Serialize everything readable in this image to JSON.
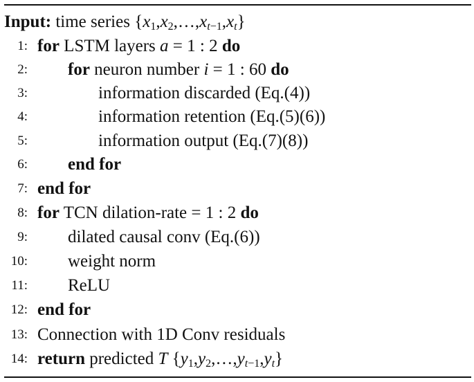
{
  "algorithm": {
    "input": {
      "label": "Input:",
      "text": "time series"
    },
    "lines": [
      {
        "num": "1:",
        "kw": "for",
        "text": "LSTM layers",
        "var": "a",
        "rest": "= 1 : 2",
        "kw2": "do"
      },
      {
        "num": "2:",
        "kw": "for",
        "text": "neuron number",
        "var": "i",
        "rest": "= 1 : 60",
        "kw2": "do"
      },
      {
        "num": "3:",
        "text": "information discarded (Eq.(4))"
      },
      {
        "num": "4:",
        "text": "information retention (Eq.(5)(6))"
      },
      {
        "num": "5:",
        "text": "information output (Eq.(7)(8))"
      },
      {
        "num": "6:",
        "kw": "end for"
      },
      {
        "num": "7:",
        "kw": "end for"
      },
      {
        "num": "8:",
        "kw": "for",
        "text": "TCN dilation-rate = 1 : 2",
        "kw2": "do"
      },
      {
        "num": "9:",
        "text": "dilated causal conv (Eq.(6))"
      },
      {
        "num": "10:",
        "text": "weight norm"
      },
      {
        "num": "11:",
        "text": "ReLU"
      },
      {
        "num": "12:",
        "kw": "end for"
      },
      {
        "num": "13:",
        "text": "Connection with 1D Conv residuals"
      },
      {
        "num": "14:",
        "kw": "return",
        "text": "predicted",
        "var": "T"
      }
    ]
  }
}
